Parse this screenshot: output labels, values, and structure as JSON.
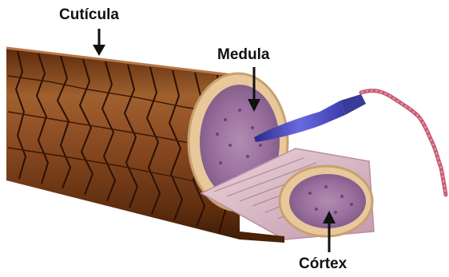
{
  "labels": {
    "cuticle": "Cutícula",
    "medulla": "Medula",
    "cortex": "Córtex"
  },
  "colors": {
    "cuticle_base": "#8a4a22",
    "cuticle_dark": "#4a2208",
    "cuticle_crack": "#2a1004",
    "cross_section_ring": "#e8c89a",
    "medulla_core": "#9a6f9e",
    "cortex_fiber": "#d7b8c4",
    "papilla_blue": "#4a4ab8",
    "follicle_red": "#c85a72",
    "arrow": "#111111"
  },
  "icons": {
    "pointer": "down-arrow-icon"
  }
}
